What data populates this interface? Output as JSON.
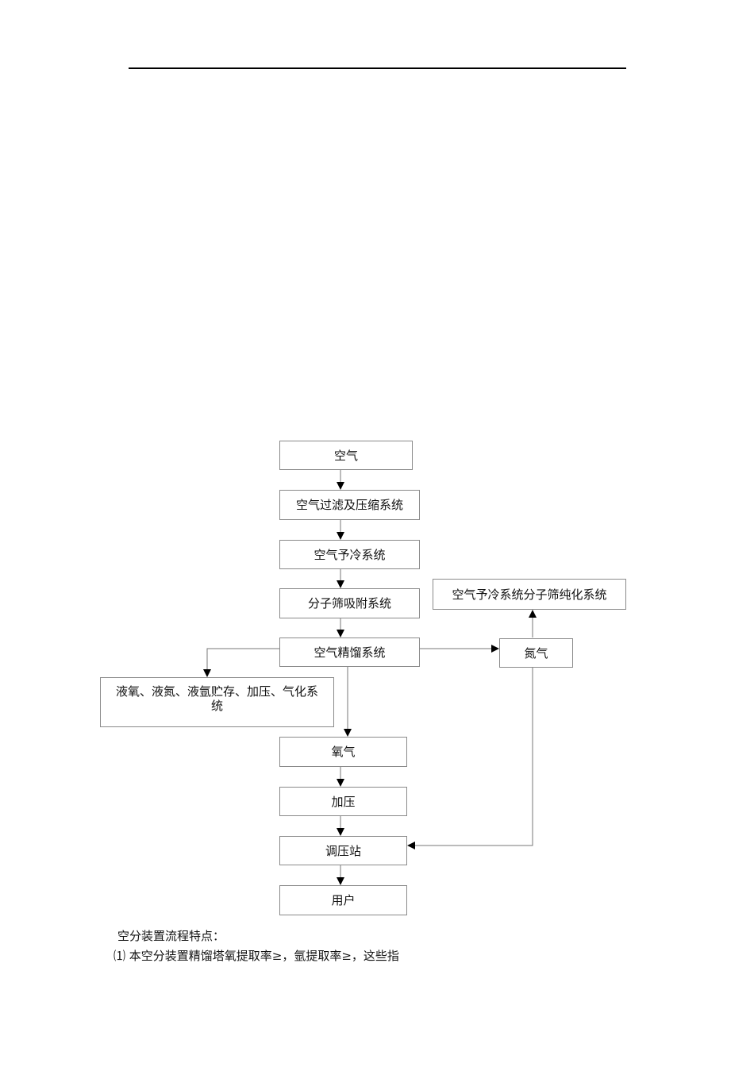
{
  "diagram": {
    "nodes": {
      "air": "空气",
      "filter_compress": "空气过滤及压缩系统",
      "precool": "空气予冷系统",
      "mol_sieve": "分子筛吸附系统",
      "rectification": "空气精馏系统",
      "liquid_storage": "液氧、液氮、液氩贮存、加压、气化系统",
      "oxygen": "氧气",
      "pressurize": "加压",
      "regulating_station": "调压站",
      "user": "用户",
      "nitrogen": "氮气",
      "nitrogen_use": "空气予冷系统分子筛纯化系统"
    }
  },
  "text": {
    "heading": "空分装置流程特点：",
    "item1": "⑴ 本空分装置精馏塔氧提取率≥，氩提取率≥，这些指"
  }
}
